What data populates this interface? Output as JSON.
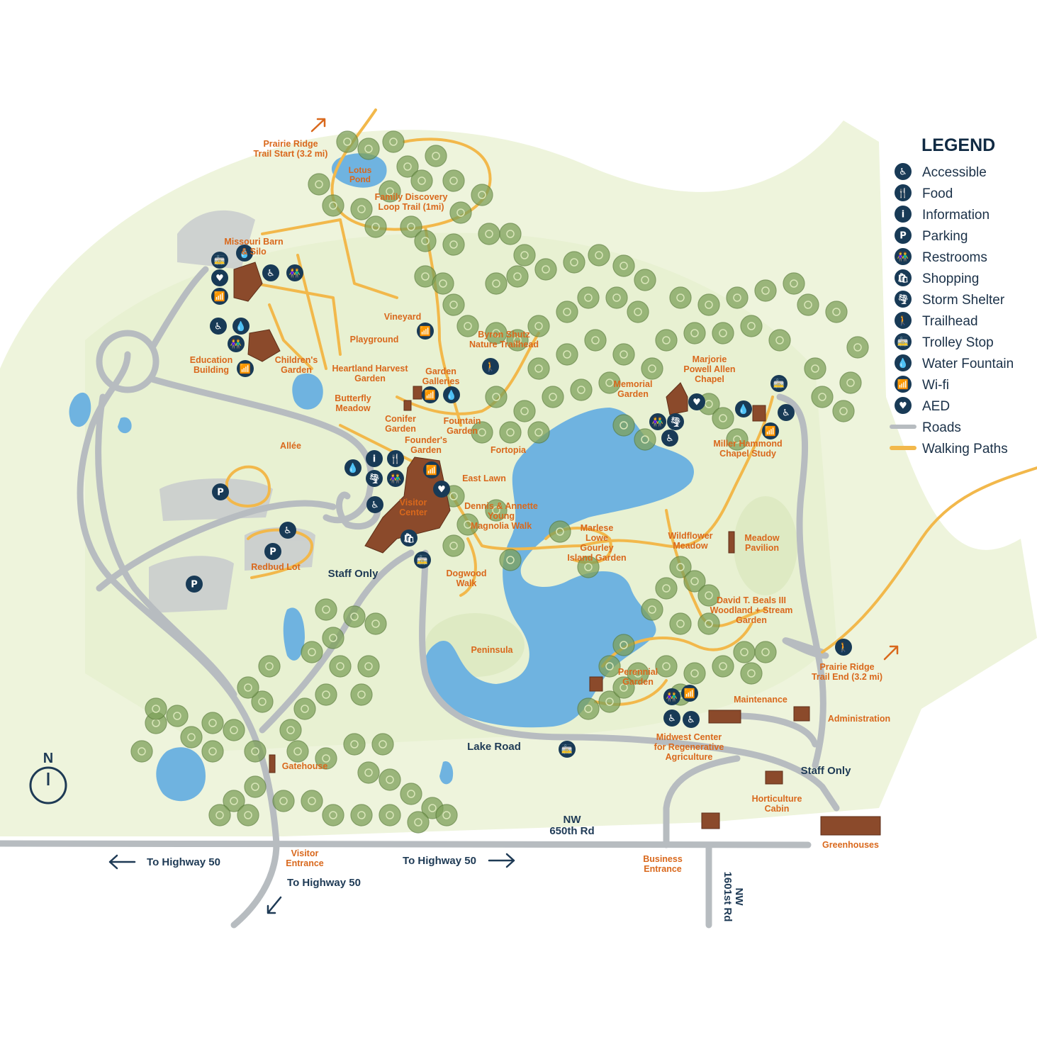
{
  "legend": {
    "title": "LEGEND",
    "items": [
      {
        "icon": "accessible-icon",
        "glyph": "♿",
        "label": "Accessible"
      },
      {
        "icon": "food-icon",
        "glyph": "🍴",
        "label": "Food"
      },
      {
        "icon": "information-icon",
        "glyph": "i",
        "label": "Information"
      },
      {
        "icon": "parking-icon",
        "glyph": "P",
        "label": "Parking"
      },
      {
        "icon": "restrooms-icon",
        "glyph": "👫",
        "label": "Restrooms"
      },
      {
        "icon": "shopping-icon",
        "glyph": "🛍",
        "label": "Shopping"
      },
      {
        "icon": "storm-shelter-icon",
        "glyph": "🌪",
        "label": "Storm Shelter"
      },
      {
        "icon": "trailhead-icon",
        "glyph": "🚶",
        "label": "Trailhead"
      },
      {
        "icon": "trolley-stop-icon",
        "glyph": "🚋",
        "label": "Trolley Stop"
      },
      {
        "icon": "water-fountain-icon",
        "glyph": "💧",
        "label": "Water Fountain"
      },
      {
        "icon": "wifi-icon",
        "glyph": "📶",
        "label": "Wi-fi"
      },
      {
        "icon": "aed-icon",
        "glyph": "♥",
        "label": "AED"
      }
    ],
    "lines": [
      {
        "label": "Roads",
        "color": "#b7bcc0"
      },
      {
        "label": "Walking Paths",
        "color": "#f2b84b"
      }
    ]
  },
  "colors": {
    "road": "#b7bcc0",
    "path": "#f2b84b",
    "water": "#6fb3e0",
    "label_orange": "#d9681c",
    "label_navy": "#1e3a55",
    "icon_navy": "#183a56",
    "building": "#8b4a2b",
    "tree": "#7ea15a",
    "meadow": "#e8f0d2"
  },
  "places": {
    "prairie_ridge_start": [
      "Prairie Ridge",
      "Trail Start (3.2 mi)"
    ],
    "lotus_pond": [
      "Lotus",
      "Pond"
    ],
    "family_loop": [
      "Family Discovery",
      "Loop Trail (1mi)"
    ],
    "missouri_barn": [
      "Missouri Barn",
      "& Silo"
    ],
    "vineyard": [
      "Vineyard"
    ],
    "byron_shutz": [
      "Byron Shutz",
      "Nature Trailhead"
    ],
    "playground": [
      "Playground"
    ],
    "education_building": [
      "Education",
      "Building"
    ],
    "childrens_garden": [
      "Children's",
      "Garden"
    ],
    "heartland_harvest": [
      "Heartland Harvest",
      "Garden"
    ],
    "garden_galleries": [
      "Garden",
      "Galleries"
    ],
    "butterfly_meadow": [
      "Butterfly",
      "Meadow"
    ],
    "conifer_garden": [
      "Conifer",
      "Garden"
    ],
    "fountain_garden": [
      "Fountain",
      "Garden"
    ],
    "founders_garden": [
      "Founder's",
      "Garden"
    ],
    "allee": [
      "Allée"
    ],
    "fortopia": [
      "Fortopia"
    ],
    "east_lawn": [
      "East Lawn"
    ],
    "visitor_center": [
      "Visitor",
      "Center"
    ],
    "dennis_annette": [
      "Dennis & Annette",
      "Young",
      "Magnolia Walk"
    ],
    "redbud_lot": [
      "Redbud Lot"
    ],
    "staff_only_1": [
      "Staff Only"
    ],
    "dogwood_walk": [
      "Dogwood",
      "Walk"
    ],
    "memorial_garden": [
      "Memorial",
      "Garden"
    ],
    "marjorie_chapel": [
      "Marjorie",
      "Powell Allen",
      "Chapel"
    ],
    "miller_hammond": [
      "Miller Hammond",
      "Chapel Study"
    ],
    "marlese_lowe": [
      "Marlese",
      "Lowe",
      "Gourley",
      "Island Garden"
    ],
    "wildflower_meadow": [
      "Wildflower",
      "Meadow"
    ],
    "meadow_pavilion": [
      "Meadow",
      "Pavilion"
    ],
    "david_beals": [
      "David T. Beals III",
      "Woodland + Stream",
      "Garden"
    ],
    "peninsula": [
      "Peninsula"
    ],
    "perennial_garden": [
      "Perennial",
      "Garden"
    ],
    "prairie_ridge_end": [
      "Prairie Ridge",
      "Trail End (3.2 mi)"
    ],
    "maintenance": [
      "Maintenance"
    ],
    "administration": [
      "Administration"
    ],
    "midwest_center": [
      "Midwest Center",
      "for Regenerative",
      "Agriculture"
    ],
    "lake_road": [
      "Lake Road"
    ],
    "gatehouse": [
      "Gatehouse"
    ],
    "staff_only_2": [
      "Staff Only"
    ],
    "horticulture_cabin": [
      "Horticulture",
      "Cabin"
    ],
    "nw_650th": [
      "NW",
      "650th Rd"
    ],
    "greenhouses": [
      "Greenhouses"
    ],
    "to_hwy_left": [
      "To Highway 50"
    ],
    "to_hwy_mid": [
      "To Highway 50"
    ],
    "to_hwy_down": [
      "To Highway 50"
    ],
    "visitor_entrance": [
      "Visitor",
      "Entrance"
    ],
    "business_entrance": [
      "Business",
      "Entrance"
    ],
    "nw_1601st": [
      "NW",
      "1601st Rd"
    ]
  },
  "compass": {
    "label": "N"
  }
}
